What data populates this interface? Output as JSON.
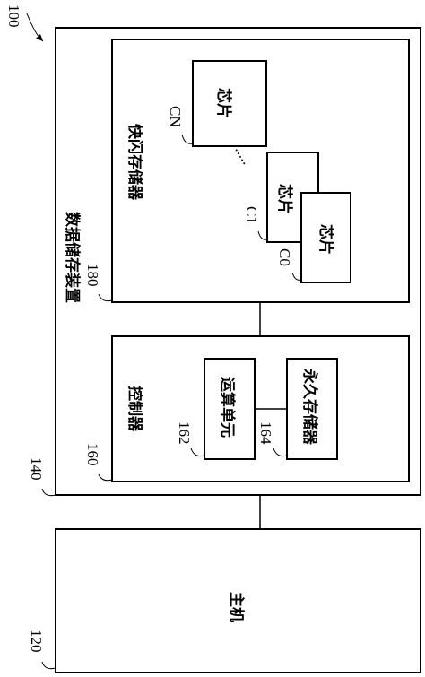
{
  "figure": {
    "ref_label": "100",
    "host": {
      "ref": "120",
      "label": "主机"
    },
    "storage_device": {
      "ref": "140",
      "label": "数据储存装置"
    },
    "controller": {
      "ref": "160",
      "label": "控制器",
      "compute_unit": {
        "ref": "162",
        "label": "运算单元"
      },
      "persistent_memory": {
        "ref": "164",
        "label": "永久存储器"
      }
    },
    "flash_memory": {
      "ref": "180",
      "label": "快闪存储器",
      "chips": [
        {
          "ref": "C0",
          "label": "芯片"
        },
        {
          "ref": "C1",
          "label": "芯片"
        },
        {
          "ref": "CN",
          "label": "芯片"
        }
      ],
      "ellipsis": "....."
    }
  }
}
